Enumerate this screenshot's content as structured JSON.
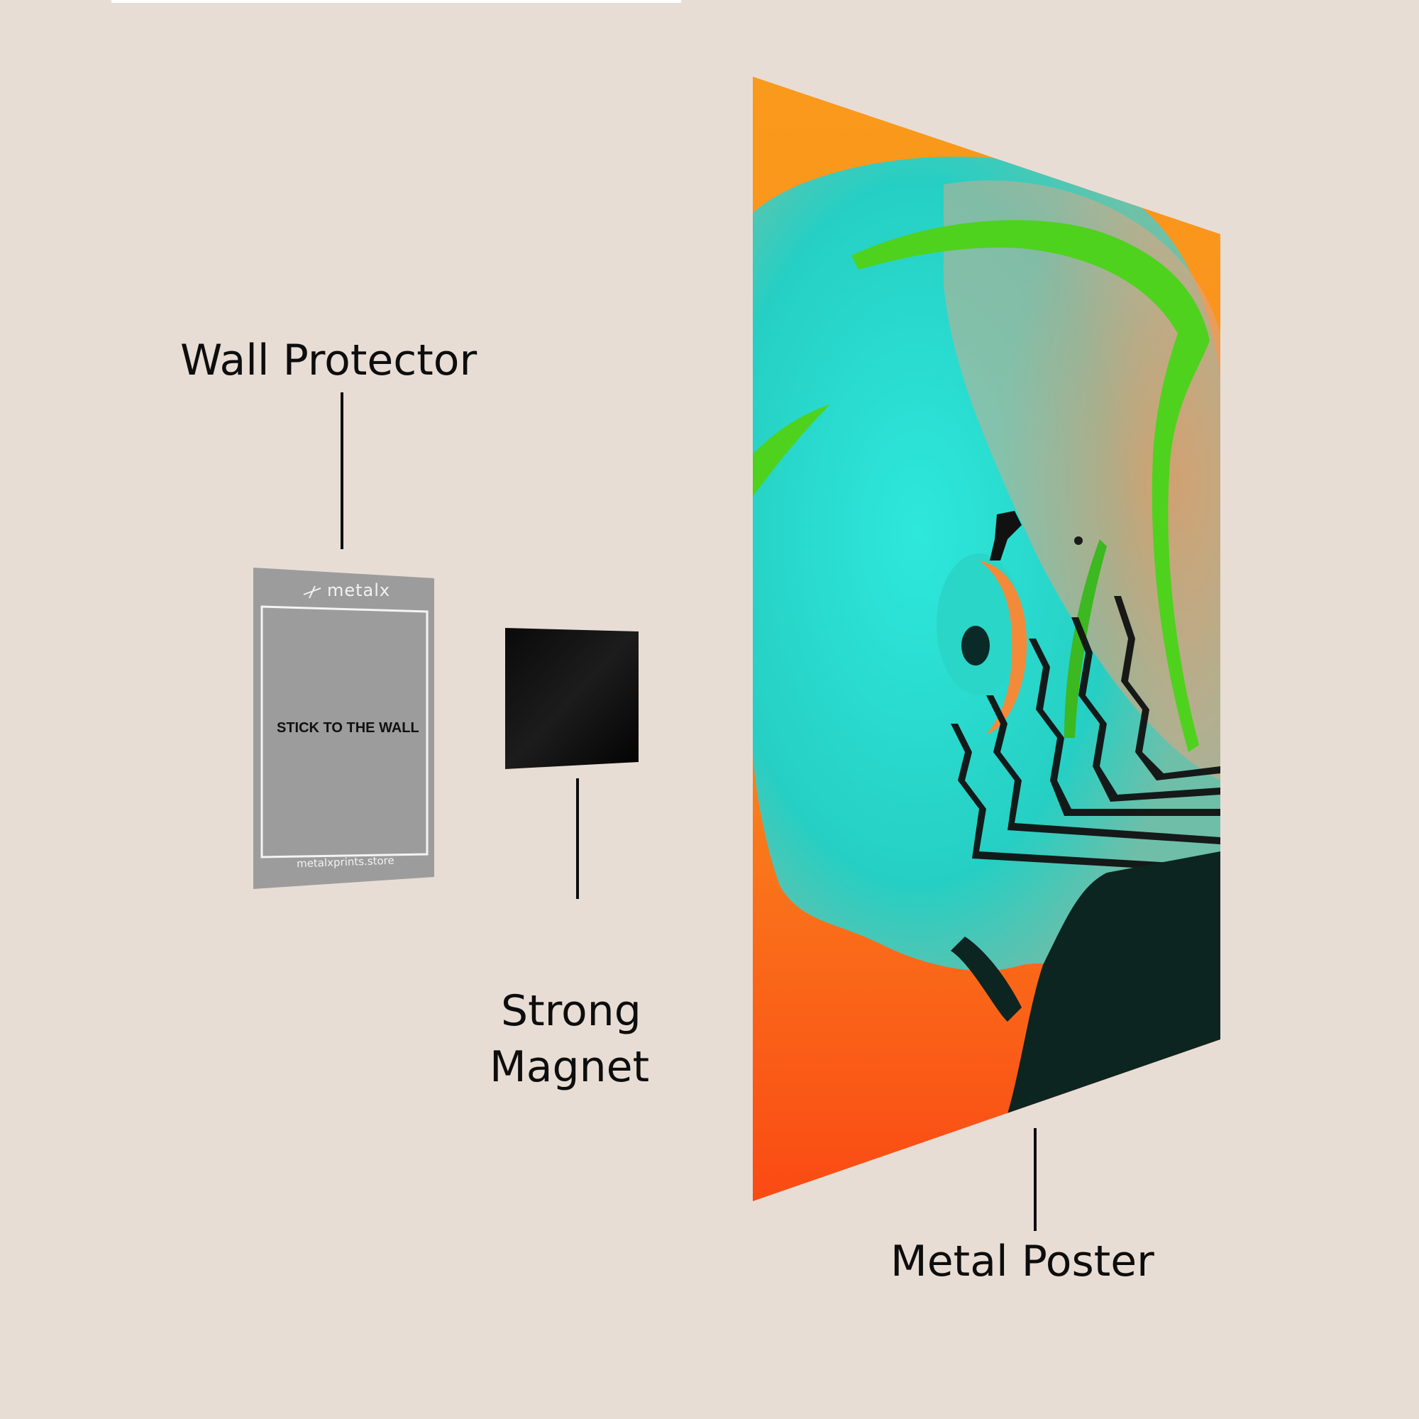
{
  "labels": {
    "wall_protector": "Wall Protector",
    "strong_magnet_line1": "Strong",
    "strong_magnet_line2": "Magnet",
    "metal_poster": "Metal Poster"
  },
  "wall_protector_card": {
    "brand": "metalx",
    "instruction": "STICK TO THE WALL",
    "website": "metalxprints.store"
  },
  "colors": {
    "background": "#e8ddd5",
    "protector_gray": "#9c9c9c",
    "magnet_black": "#050505",
    "poster_orange_top": "#fa9a1c",
    "poster_orange_bottom": "#fa4a14",
    "poster_cyan": "#1fd9cc",
    "poster_green": "#4ed21e"
  }
}
